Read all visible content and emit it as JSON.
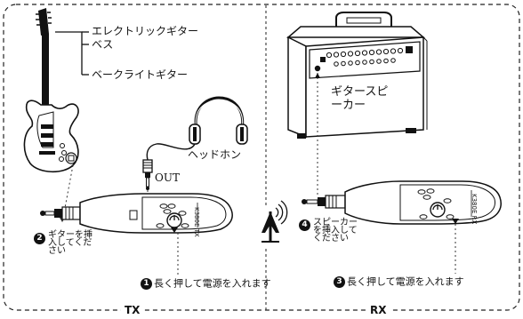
{
  "tx_panel": {
    "label": "TX",
    "guitar_types": [
      "エレクトリックギター",
      "ベス",
      "ベークライトギター"
    ],
    "headphones_label": "ヘッドホン",
    "out_label": "OUT",
    "device_model": "K380E",
    "device_sub": "TX",
    "step_two": {
      "num": "2",
      "text": "ギターを挿\n入してくだ\nさい"
    },
    "step_one": {
      "num": "1",
      "text": "長く押して電源を入れます"
    }
  },
  "rx_panel": {
    "label": "RX",
    "speaker_label": "ギタースピ\nーカー",
    "device_model": "K380E",
    "device_sub": "RX",
    "step_four": {
      "num": "4",
      "text": "スピーカー\nを挿入して\nください"
    },
    "step_three": {
      "num": "3",
      "text": "長く押して電源を入れます"
    }
  },
  "icons": [
    "electric-guitar-icon",
    "headphones-icon",
    "amplifier-icon",
    "wireless-antenna-icon",
    "transmitter-icon",
    "receiver-icon",
    "jack-plug-icon"
  ]
}
